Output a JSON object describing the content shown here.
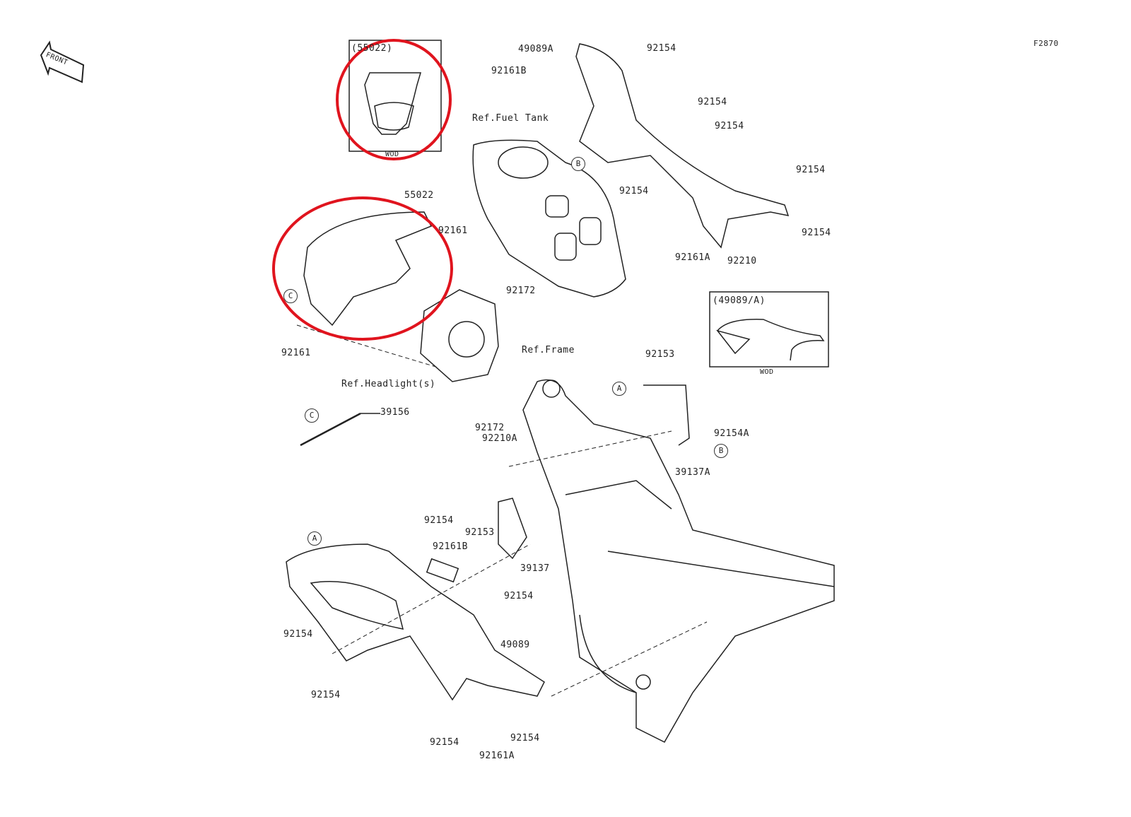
{
  "diagram_code": "F2870",
  "front_arrow": "FRONT",
  "inset_headlight_cover": {
    "title": "(55022)",
    "note": "WOD"
  },
  "inset_side_cover": {
    "title": "(49089/A)",
    "note": "WOD"
  },
  "references": {
    "fuel_tank": "Ref.Fuel Tank",
    "frame": "Ref.Frame",
    "headlight": "Ref.Headlight(s)"
  },
  "part_labels": [
    "49089A",
    "92154",
    "92161B",
    "92154",
    "92154",
    "92154",
    "92154",
    "55022",
    "92161",
    "92161A",
    "92210",
    "92154",
    "92172",
    "92161",
    "92153",
    "39156",
    "92172",
    "92210A",
    "92154A",
    "39137A",
    "92154",
    "92153",
    "92161B",
    "39137",
    "92154",
    "92154",
    "49089",
    "92154",
    "92154",
    "92154",
    "92161A"
  ],
  "callouts": [
    "B",
    "C",
    "A",
    "C",
    "B",
    "A"
  ],
  "highlight_color": "#e0141e"
}
